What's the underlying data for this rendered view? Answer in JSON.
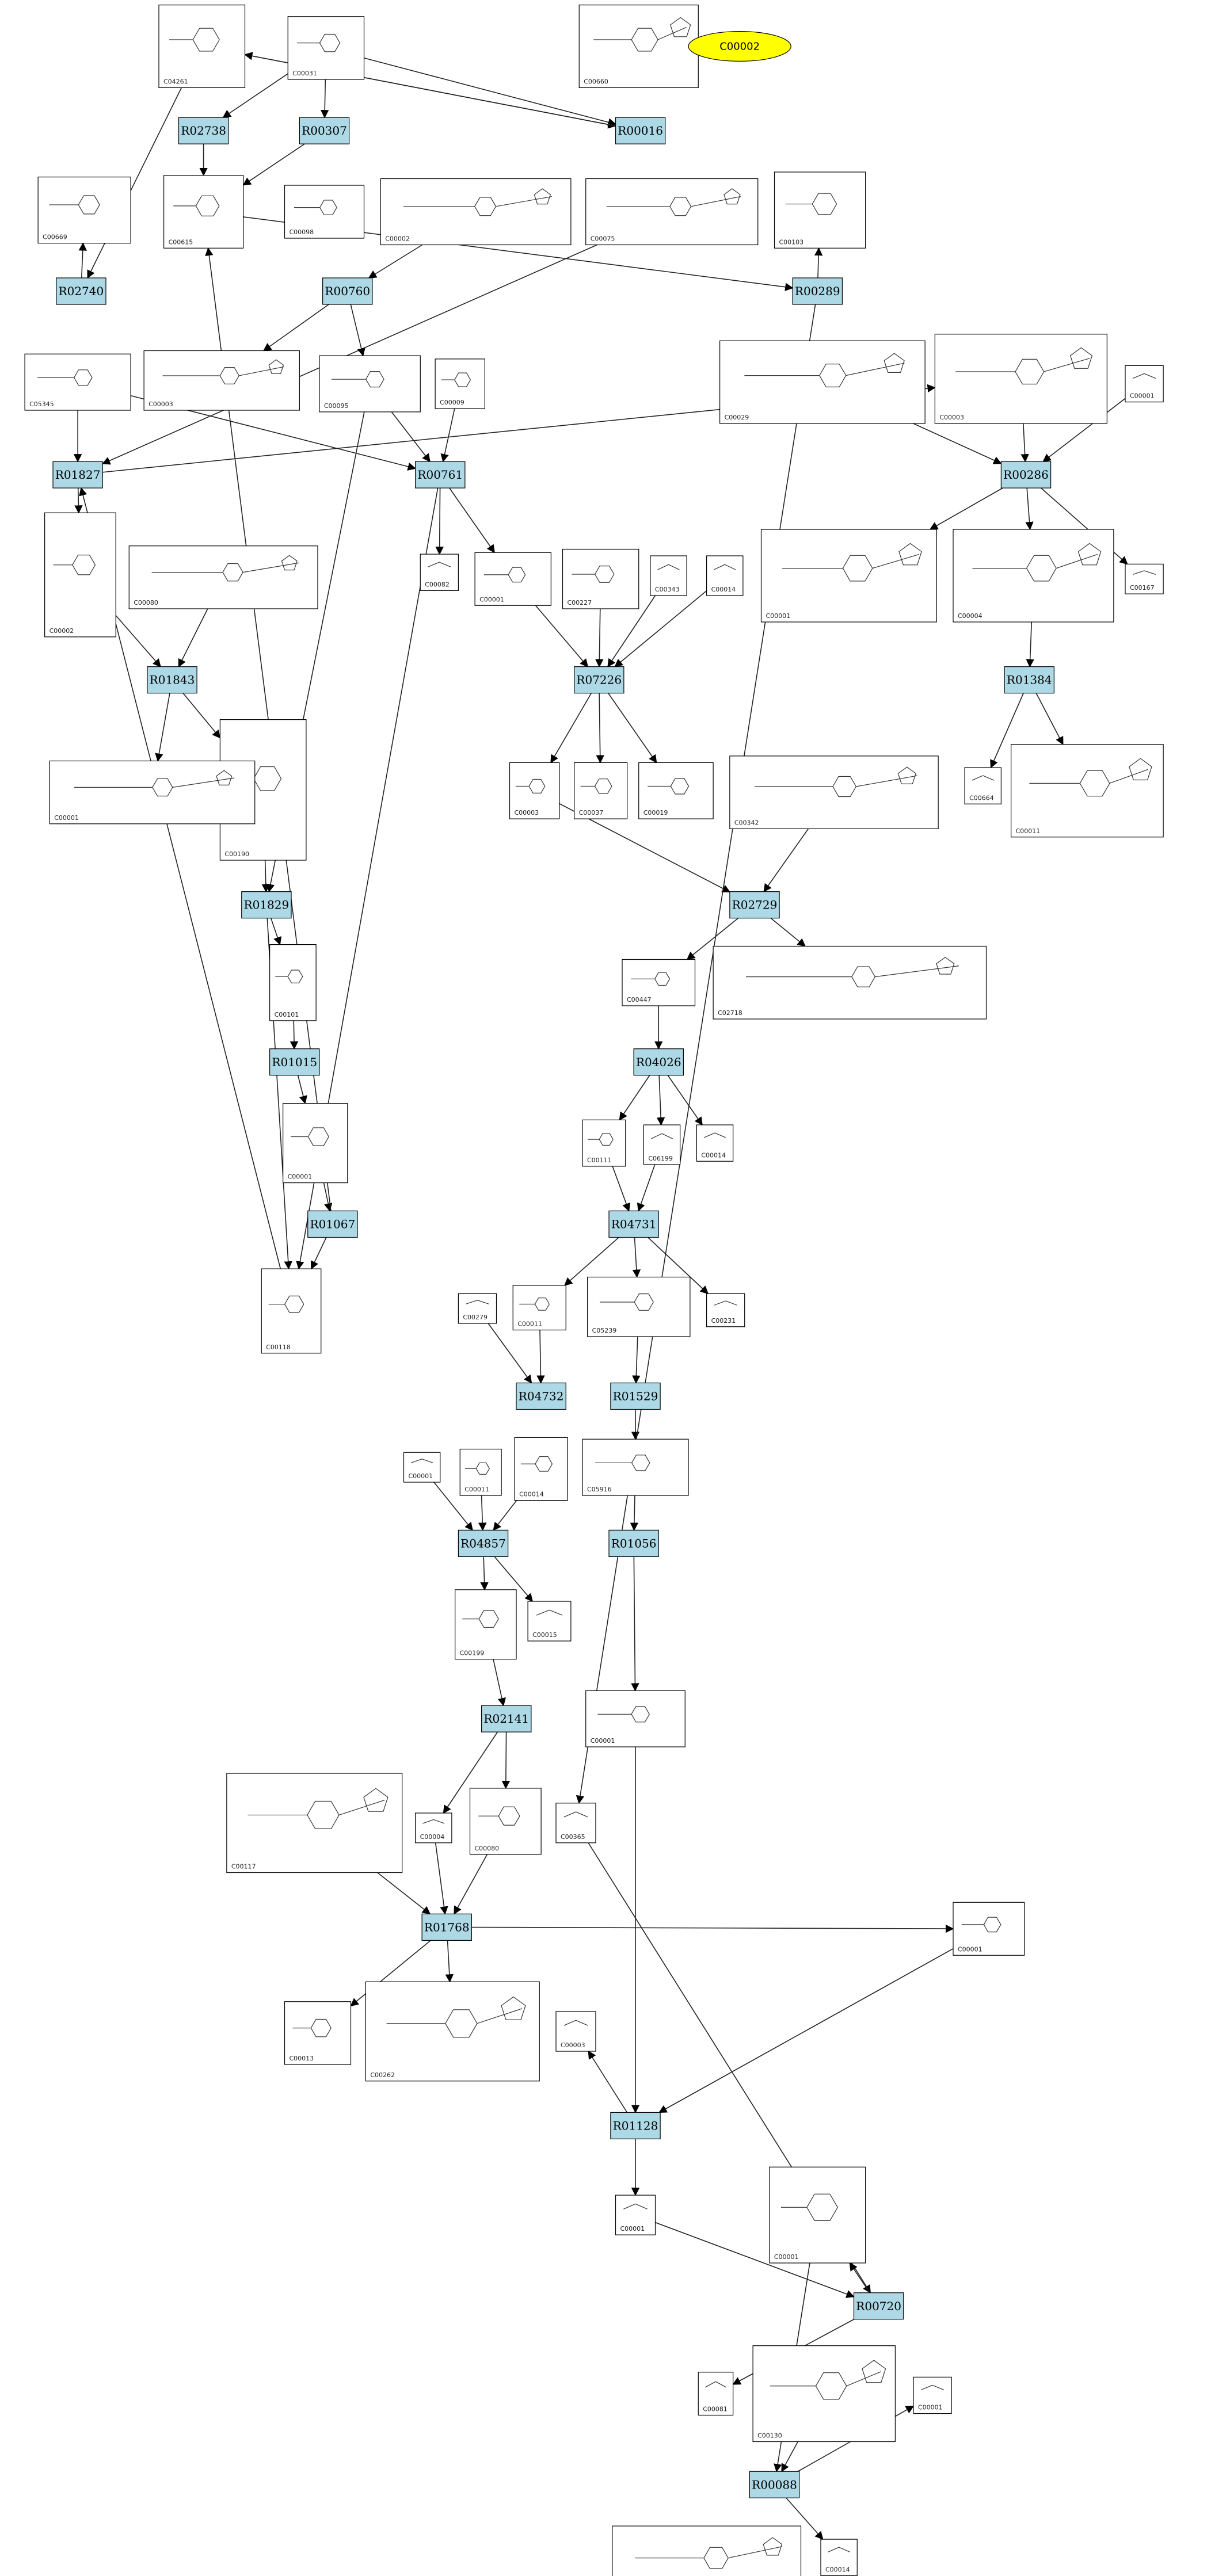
{
  "legend": {
    "compound": "C00002",
    "fill": "#ffff00"
  },
  "colors": {
    "reaction_fill": "#add8e6",
    "compound_fill": "#ffffff",
    "stroke": "#000000"
  },
  "reactions": [
    "R02738",
    "R00307",
    "R00016",
    "R02740",
    "R00760",
    "R00289",
    "R01827",
    "R00761",
    "R00286",
    "R01843",
    "R07226",
    "R01384",
    "R01829",
    "R02729",
    "R01015",
    "R04026",
    "R01067",
    "R04731",
    "R04732",
    "R01529",
    "R04857",
    "R01056",
    "R02141",
    "R01768",
    "R01128",
    "R00720",
    "R00088"
  ],
  "compounds": [
    "C04261",
    "C00031",
    "C00660",
    "C00669",
    "C00615",
    "C00098",
    "C00002",
    "C00075",
    "C00103",
    "C05345",
    "C00003",
    "C00095",
    "C00009",
    "C00029",
    "C00003",
    "C00001",
    "C00082",
    "C00001",
    "C00227",
    "C00343",
    "C00014",
    "C00001",
    "C00004",
    "C00167",
    "C00080",
    "C00002",
    "C00003",
    "C00037",
    "C00019",
    "C00342",
    "C00664",
    "C00011",
    "C00190",
    "C00447",
    "C02718",
    "C00101",
    "C00111",
    "C06199",
    "C00014",
    "C00001",
    "C00118",
    "C00279",
    "C00011",
    "C05239",
    "C00231",
    "C00001",
    "C00011",
    "C00014",
    "C05916",
    "C00199",
    "C00015",
    "C00001",
    "C00117",
    "C00004",
    "C00080",
    "C00365",
    "C00001",
    "C00013",
    "C00262",
    "C00003",
    "C00001",
    "C00001",
    "C00130",
    "C00081",
    "C00001",
    "C00014",
    "C00002",
    "C00001"
  ]
}
